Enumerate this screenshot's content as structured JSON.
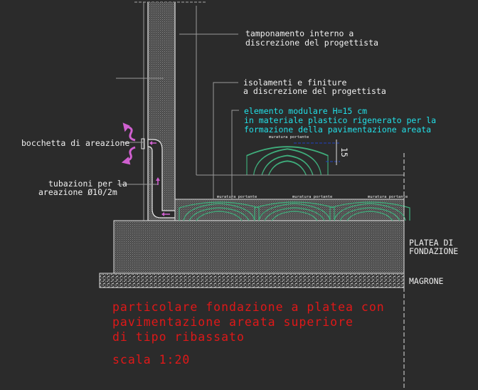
{
  "labels": {
    "tamponamento": [
      "tamponamento interno a",
      "discrezione del progettista"
    ],
    "isolamenti": [
      "isolamenti e finiture",
      "a discrezione del progettista"
    ],
    "elemento": [
      "elemento modulare H=15 cm",
      "in materiale plastico rigenerato per la",
      "formazione della pavimentazione areata"
    ],
    "bocchetta": "bocchetta di areazione",
    "tubazioni": [
      "tubazioni per la",
      "areazione Ø10/2m"
    ],
    "muratura": "muratura portante",
    "dimension": "15",
    "platea": [
      "PLATEA DI",
      "FONDAZIONE"
    ],
    "magrone": "MAGRONE"
  },
  "title": {
    "lines": [
      "particolare fondazione a platea con",
      "pavimentazione areata superiore",
      "di tipo ribassato"
    ],
    "scale": "scala 1:20"
  },
  "colors": {
    "background": "#2b2b2b",
    "annotation": "#f0f0f0",
    "module": "#22e0e8",
    "title": "#e01818",
    "airflow": "#d060d0",
    "element": "#3fae7c"
  }
}
